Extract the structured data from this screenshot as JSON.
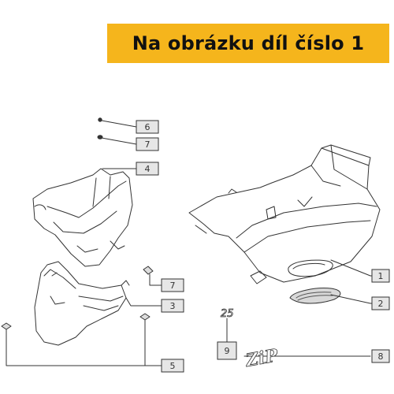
{
  "banner": {
    "text": "Na obrázku díl číslo 1"
  },
  "callouts": [
    {
      "id": "6",
      "label": "6"
    },
    {
      "id": "7a",
      "label": "7"
    },
    {
      "id": "4",
      "label": "4"
    },
    {
      "id": "7b",
      "label": "7"
    },
    {
      "id": "3",
      "label": "3"
    },
    {
      "id": "1",
      "label": "1"
    },
    {
      "id": "2",
      "label": "2"
    },
    {
      "id": "9",
      "label": "9"
    },
    {
      "id": "5",
      "label": "5"
    },
    {
      "id": "8",
      "label": "8"
    }
  ],
  "decals": {
    "number_decal": "25",
    "logo_decal": "ZiP"
  },
  "colors": {
    "banner": "#f5b51c",
    "line": "#333333",
    "box_fill": "#e6e6e6"
  }
}
